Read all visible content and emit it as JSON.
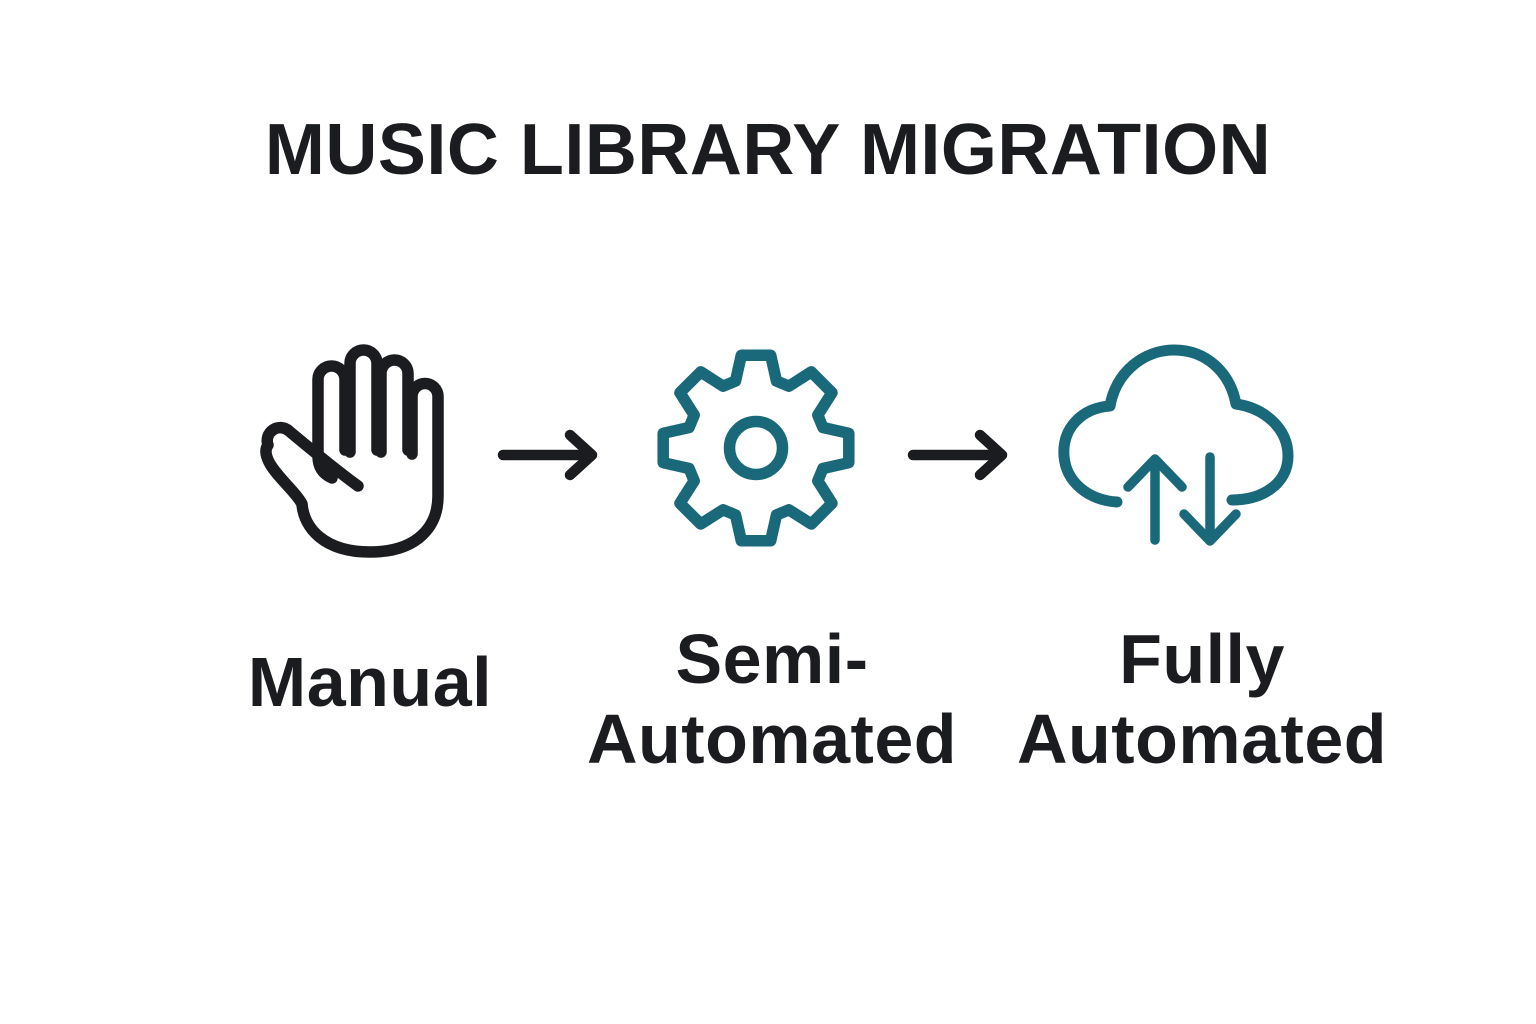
{
  "title": "MUSIC LIBRARY MIGRATION",
  "colors": {
    "background": "#FFFFFF",
    "ink": "#1B1C1F",
    "accent": "#19697B"
  },
  "flow": {
    "stages": [
      {
        "id": "manual",
        "icon": "hand-icon",
        "label": "Manual",
        "lines": [
          "Manual"
        ]
      },
      {
        "id": "semi-automated",
        "icon": "gear-icon",
        "label": "Semi-Automated",
        "lines": [
          "Semi-",
          "Automated"
        ]
      },
      {
        "id": "fully-automated",
        "icon": "cloud-sync-icon",
        "label": "Fully Automated",
        "lines": [
          "Fully",
          "Automated"
        ]
      }
    ],
    "connectors": [
      {
        "id": "arrow-1",
        "type": "right-arrow"
      },
      {
        "id": "arrow-2",
        "type": "right-arrow"
      }
    ]
  }
}
